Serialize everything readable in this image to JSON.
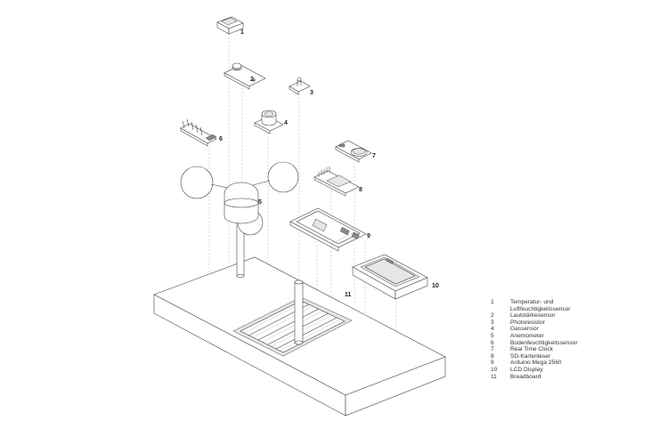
{
  "callouts": [
    "1",
    "2",
    "3",
    "4",
    "5",
    "6",
    "7",
    "8",
    "9",
    "10",
    "11"
  ],
  "legend": [
    {
      "num": "1",
      "text": "Temperatur- und"
    },
    {
      "num": "",
      "text": "Luftfeuchtigkeitssensor"
    },
    {
      "num": "2",
      "text": "Lautstärkesensor"
    },
    {
      "num": "3",
      "text": "Photoresistor"
    },
    {
      "num": "4",
      "text": "Gassensor"
    },
    {
      "num": "5",
      "text": "Anemometer"
    },
    {
      "num": "6",
      "text": "Bodenfeuchtigkeitssensor"
    },
    {
      "num": "7",
      "text": "Real Time Clock"
    },
    {
      "num": "8",
      "text": "SD-Kartenleser"
    },
    {
      "num": "9",
      "text": "Arduino Mega 2560"
    },
    {
      "num": "10",
      "text": "LCD Display"
    },
    {
      "num": "11",
      "text": "Breadboard"
    }
  ]
}
